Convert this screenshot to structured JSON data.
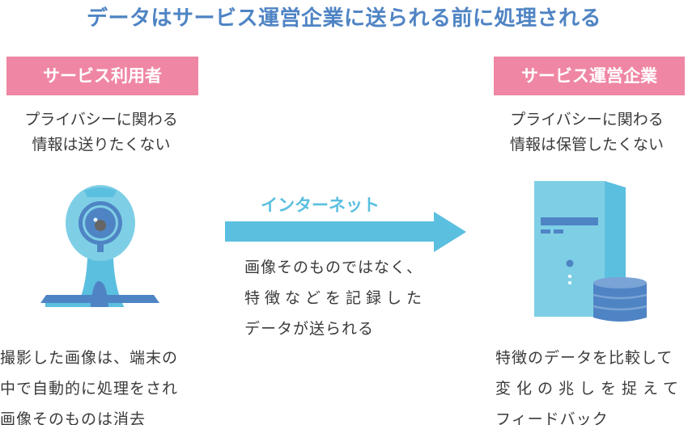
{
  "title": "データはサービス運営企業に送られる前に処理される",
  "left": {
    "label": "サービス利用者",
    "concern": [
      "プライバシーに関わる",
      "情報は送りたくない"
    ],
    "process": [
      "撮影した画像は、端末の",
      "中で自動的に処理をされ",
      "画像そのものは消去"
    ]
  },
  "middle": {
    "arrow_label": "インターネット",
    "description": [
      "画像そのものではなく、",
      "特徴などを記録した",
      "データが送られる"
    ]
  },
  "right": {
    "label": "サービス運営企業",
    "concern": [
      "プライバシーに関わる",
      "情報は保管したくない"
    ],
    "process": [
      "特徴のデータを比較して",
      "変化の兆しを捉えて",
      "フィードバック"
    ]
  },
  "icons": {
    "camera": "webcam-icon",
    "server": "server-database-icon"
  },
  "colors": {
    "title": "#4f84c4",
    "label_bg": "#ef87a4",
    "arrow": "#5bbfe0"
  }
}
